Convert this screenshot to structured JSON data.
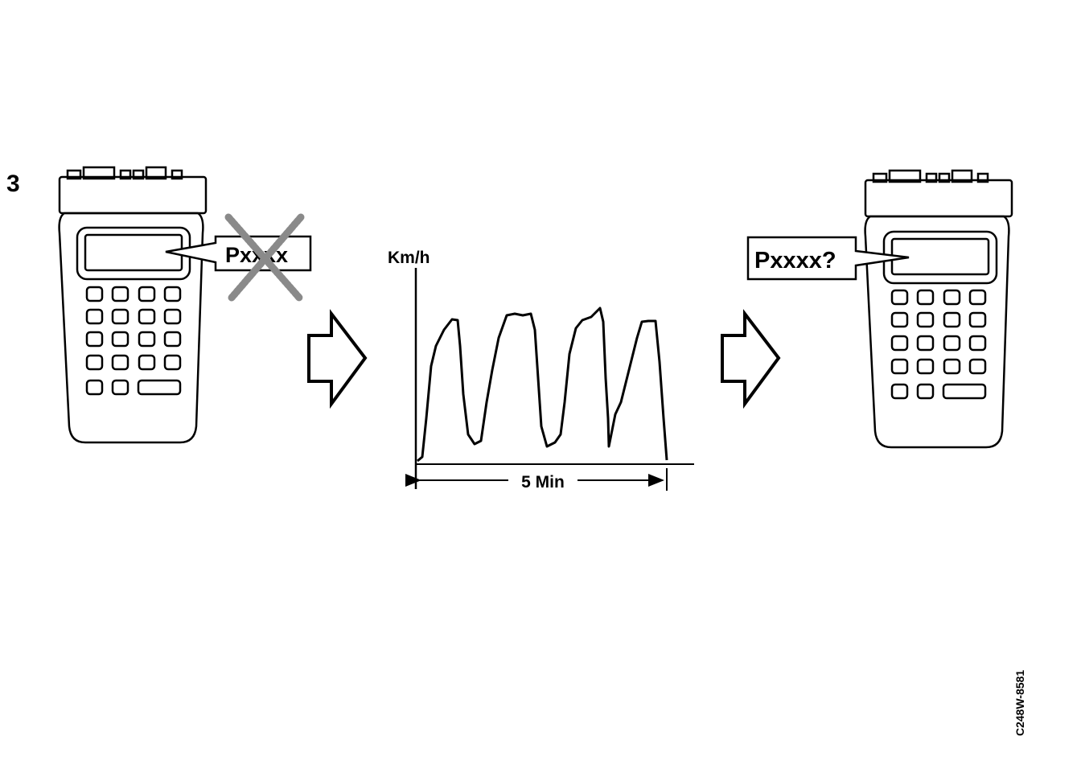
{
  "step_number": "3",
  "left_device": {
    "callout_code": "Pxxxx",
    "code_crossed_out": true
  },
  "speed_chart": {
    "y_axis_label": "Km/h",
    "duration_label": "5 Min"
  },
  "right_device": {
    "callout_code": "Pxxxx?"
  },
  "figure_id": "C248W-8581",
  "colors": {
    "ink": "#000000",
    "paper": "#ffffff",
    "cross_gray": "#8a8a8a"
  }
}
